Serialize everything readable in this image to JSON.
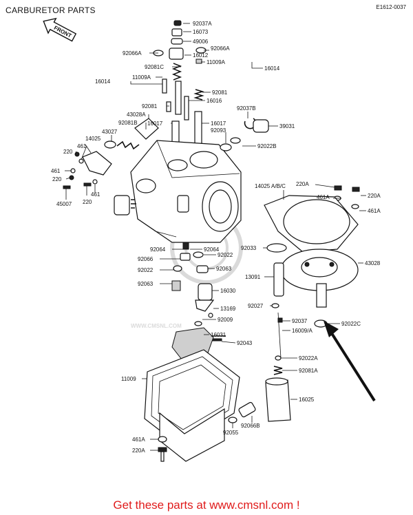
{
  "header": {
    "title": "CARBURETOR PARTS",
    "diagram_code": "E1612-0037",
    "front_label": "FRONT"
  },
  "watermark": {
    "text": "WWW.CMSNL.COM"
  },
  "parts": [
    "92037A",
    "16073",
    "49006",
    "92066A",
    "92066A",
    "16012",
    "11009A",
    "16014",
    "92081C",
    "16014",
    "11009A",
    "92081",
    "16016",
    "92081",
    "43028A",
    "16017",
    "16017",
    "92081B",
    "43027",
    "14025",
    "220",
    "461",
    "461",
    "220",
    "461",
    "220",
    "45007",
    "92037B",
    "39031",
    "92093",
    "92022B",
    "14025 A/B/C",
    "220A",
    "220A",
    "461A",
    "461A",
    "92033",
    "43028",
    "92064",
    "92064",
    "92066",
    "92022",
    "92022",
    "92063",
    "13091",
    "92063",
    "16030",
    "13169",
    "92027",
    "92009",
    "92037",
    "92022C",
    "16009/A",
    "16031",
    "92043",
    "92022A",
    "92081A",
    "11009",
    "16025",
    "92055",
    "92066B",
    "461A",
    "220A"
  ],
  "colors": {
    "ink": "#111111",
    "footer": "#e01b1b",
    "watermark": "#d7d7d7"
  },
  "footer": {
    "text": "Get these parts at www.cmsnl.com !"
  }
}
